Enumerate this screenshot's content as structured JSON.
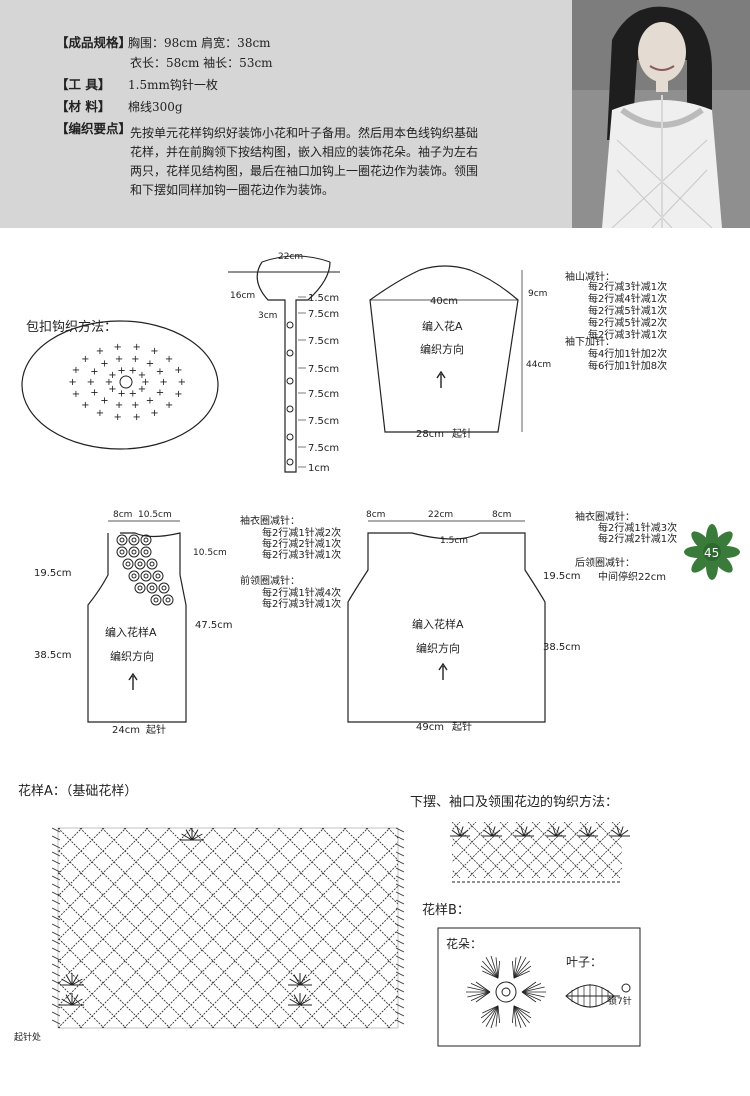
{
  "specs": {
    "size_label": "【成品规格】",
    "size_line1": "胸围：98cm   肩宽：38cm",
    "size_line2": "衣长：58cm   袖长：53cm",
    "tool_label": "【工      具】",
    "tool_value": "1.5mm钩针一枚",
    "material_label": "【材      料】",
    "material_value": "棉线300g",
    "notes_label": "【编织要点】",
    "notes_line1": "先按单元花样钩织好装饰小花和叶子备用。然后用本色线钩织基础",
    "notes_line2": "花样，并在前胸领下按结构图，嵌入相应的装饰花朵。袖子为左右",
    "notes_line3": "两只，花样见结构图，最后在袖口加钩上一圈花边作为装饰。领围",
    "notes_line4": "和下摆如同样加钩一圈花边作为装饰。"
  },
  "button_method": {
    "title": "包扣钩织方法："
  },
  "placket": {
    "top_width": "22cm",
    "left_a": "16cm",
    "left_b": "3cm",
    "spacings": [
      "1.5cm",
      "7.5cm",
      "7.5cm",
      "7.5cm",
      "7.5cm",
      "7.5cm",
      "7.5cm",
      "1cm"
    ]
  },
  "sleeve": {
    "top_height": "9cm",
    "width": "40cm",
    "height": "44cm",
    "bottom": "28cm",
    "start": "起针",
    "pattern": "编入花A",
    "direction": "编织方向",
    "cap_title": "袖山减针：",
    "cap_rules": [
      "每2行减3针减1次",
      "每2行减4针减1次",
      "每2行减5针减1次",
      "每2行减5针减2次",
      "每2行减3针减1次"
    ],
    "inc_title": "袖下加针：",
    "inc_rules": [
      "每4行加1针加2次",
      "每6行加1针加8次"
    ]
  },
  "front": {
    "top_a": "8cm",
    "top_b": "10.5cm",
    "neck_depth": "10.5cm",
    "armhole_h": "19.5cm",
    "body_h": "38.5cm",
    "total_h": "47.5cm",
    "bottom": "24cm",
    "start": "起针",
    "pattern": "编入花样A",
    "direction": "编织方向",
    "armhole_title": "袖衣圈减针：",
    "armhole_rules": [
      "每2行减1针减2次",
      "每2行减2针减1次",
      "每2行减3针减1次"
    ],
    "neck_title": "前领圈减针：",
    "neck_rules": [
      "每2行减1针减4次",
      "每2行减3针减1次"
    ]
  },
  "back": {
    "top_l": "8cm",
    "top_m": "22cm",
    "top_r": "8cm",
    "neck_drop": "1.5cm",
    "armhole_h": "19.5cm",
    "body_h": "38.5cm",
    "bottom": "49cm",
    "start": "起针",
    "pattern": "编入花样A",
    "direction": "编织方向",
    "armhole_title": "袖衣圈减针：",
    "armhole_rules": [
      "每2行减1针减3次",
      "每2行减2针减1次"
    ],
    "neck_title": "后领圈减针：",
    "neck_rule": "中间停织22cm"
  },
  "page_number": "45",
  "pattern_a": {
    "title": "花样A：（基础花样）",
    "start_label": "起针处"
  },
  "edging": {
    "title": "下摆、袖口及领围花边的钩织方法："
  },
  "pattern_b": {
    "title": "花样B：",
    "flower_label": "花朵：",
    "leaf_label": "叶子：",
    "leaf_note": "锁7针"
  },
  "colors": {
    "header_bg": "#d6d6d6",
    "flower": "#3a7a3a",
    "ink": "#222222"
  }
}
